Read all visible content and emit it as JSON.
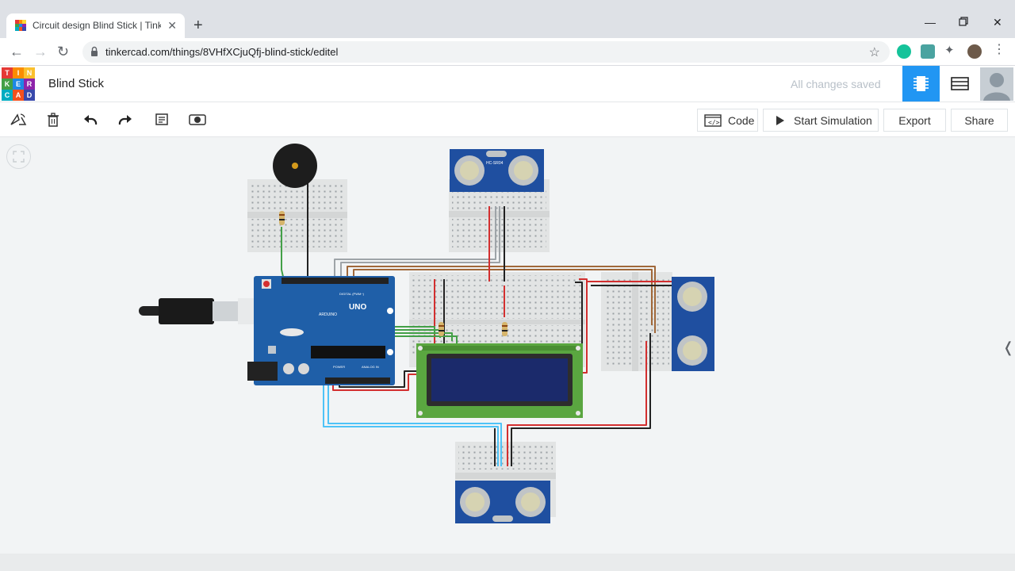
{
  "browser": {
    "tab_title": "Circuit design Blind Stick | Tinkercad",
    "url": "tinkercad.com/things/8VHfXCjuQfj-blind-stick/editel"
  },
  "app": {
    "logo_letters": [
      "T",
      "I",
      "N",
      "K",
      "E",
      "R",
      "C",
      "A",
      "D"
    ],
    "project_name": "Blind Stick",
    "save_status": "All changes saved"
  },
  "toolbar": {
    "code_label": "Code",
    "simulate_label": "Start Simulation",
    "export_label": "Export",
    "share_label": "Share"
  },
  "circuit": {
    "arduino_label": "UNO",
    "arduino_brand": "ARDUINO",
    "digital_label": "DIGITAL (PWM~)",
    "power_label": "POWER",
    "analog_label": "ANALOG IN",
    "sensor_label": "HC-SR04"
  },
  "colors": {
    "accent": "#2196f3",
    "wire_red": "#d32f2f",
    "wire_black": "#222222",
    "wire_green": "#43a047",
    "wire_cyan": "#4fc3f7",
    "wire_brown": "#a0683a",
    "board_blue": "#1f5fa8",
    "lcd_green": "#5aa640"
  }
}
